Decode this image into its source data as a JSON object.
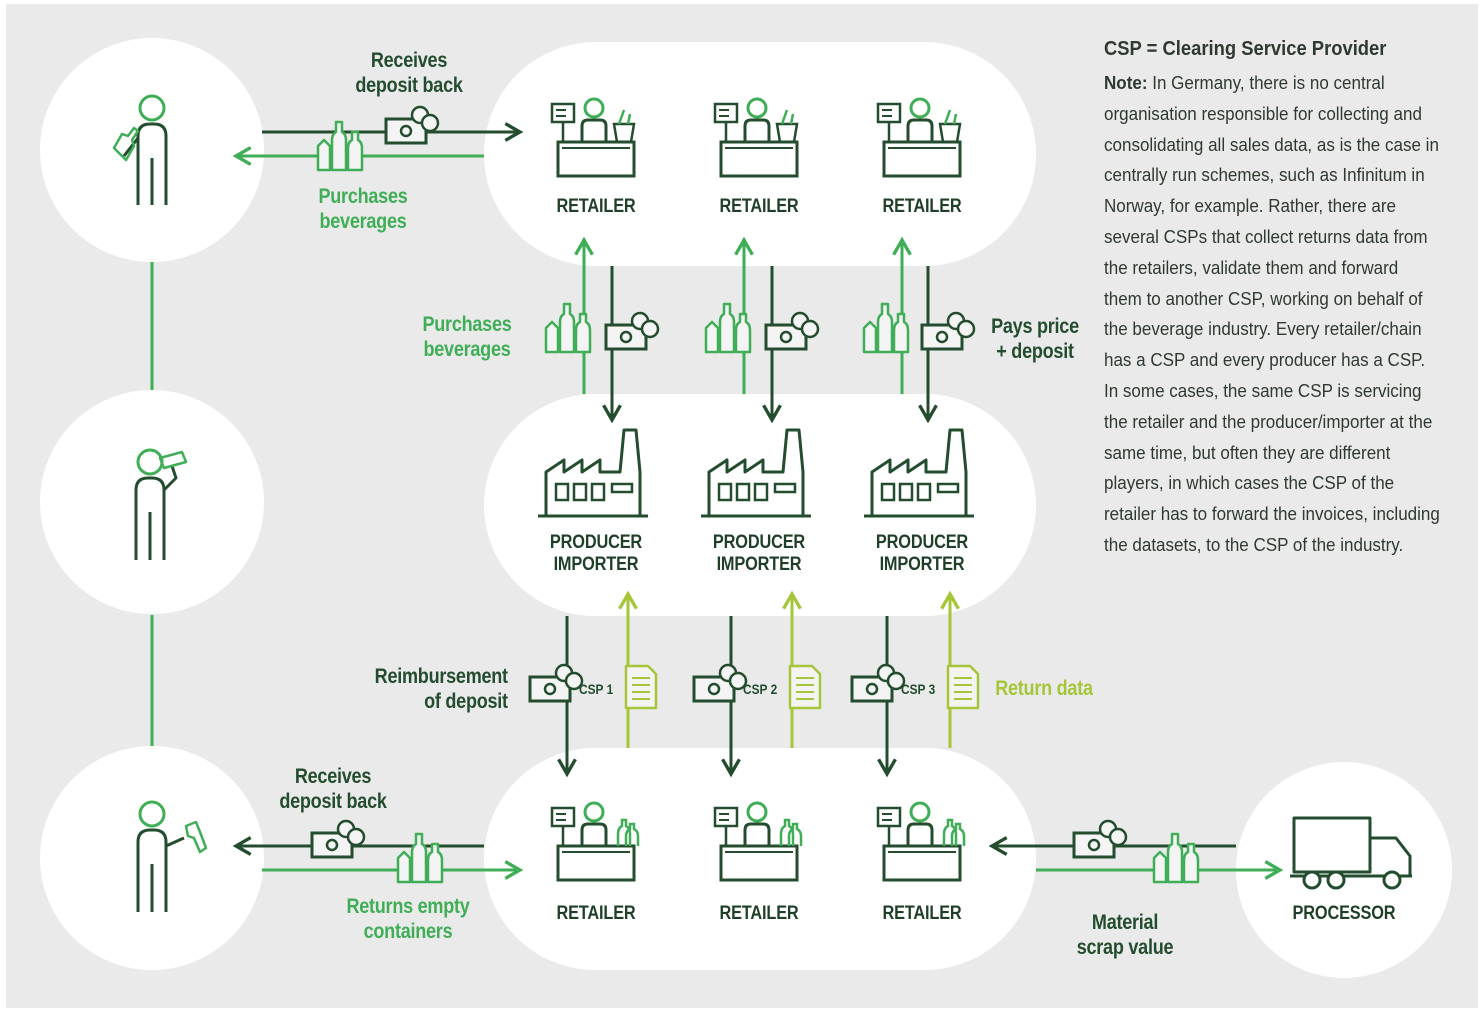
{
  "legend": {
    "title": "CSP = Clearing Service Provider",
    "note_label": "Note:",
    "note_text": "In Germany, there is no central organisation responsible for collecting and consolidating all sales data, as is the case in centrally run schemes, such as Infinitum in Norway, for example. Rather, there are several CSPs that collect returns data from the retailers, validate them and forward them to another CSP, working on behalf of the beverage industry. Every retailer/chain has a CSP and every producer has a CSP. In some cases, the same CSP is servicing the retailer and the producer/importer at the same time, but often they are different players, in which cases the CSP of the retailer has to forward the invoices, including the datasets, to the CSP of the industry."
  },
  "nodes": {
    "top_retailers": [
      "RETAILER",
      "RETAILER",
      "RETAILER"
    ],
    "producers": [
      "PRODUCER\nIMPORTER",
      "PRODUCER\nIMPORTER",
      "PRODUCER\nIMPORTER"
    ],
    "bottom_retailers": [
      "RETAILER",
      "RETAILER",
      "RETAILER"
    ],
    "processor": "PROCESSOR"
  },
  "flows": {
    "top_receives_deposit": "Receives\ndeposit back",
    "top_purchases": "Purchases\nbeverages",
    "mid_purchases": "Purchases\nbeverages",
    "pays_price": "Pays price\n+ deposit",
    "reimbursement": "Reimbursement\nof deposit",
    "return_data": "Return data",
    "bottom_receives_deposit": "Receives\ndeposit back",
    "returns_empty": "Returns empty\ncontainers",
    "material_scrap": "Material\nscrap value"
  },
  "csp_labels": [
    "CSP 1",
    "CSP 2",
    "CSP 3"
  ],
  "colors": {
    "dark_green": "#234d2e",
    "medium_green": "#3fae57",
    "lime_green": "#a6c63a",
    "panel_grey": "#eaeaea"
  },
  "icons": [
    "person-holding-bottle-icon",
    "person-drinking-icon",
    "person-returning-bottle-icon",
    "cashier-icon",
    "factory-icon",
    "truck-icon",
    "money-icon",
    "bottles-icon",
    "document-icon"
  ]
}
